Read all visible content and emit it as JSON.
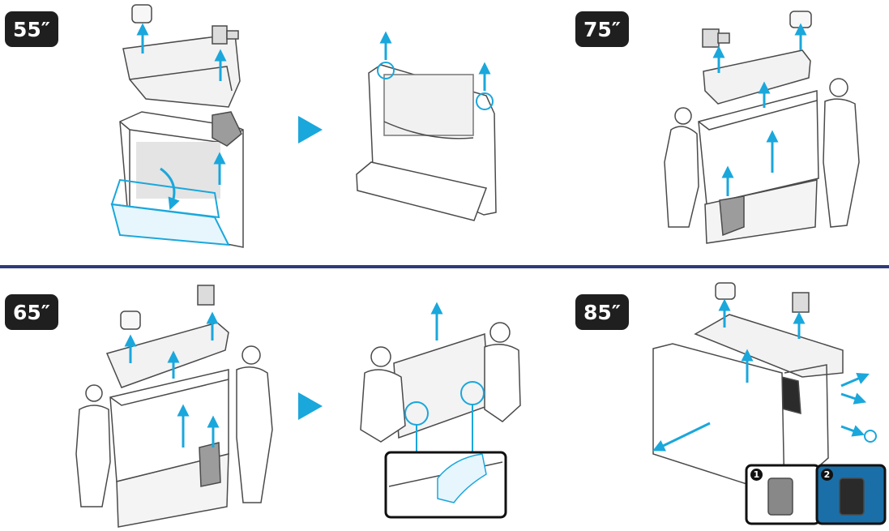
{
  "colors": {
    "accent": "#1aa7dc",
    "divider": "#2e3a7c",
    "badge_bg": "#1f1f1f",
    "line": "#4a4a4a"
  },
  "badges": {
    "b55": "55″",
    "b75": "75″",
    "b65": "65″",
    "b85": "85″"
  },
  "steps": {
    "step1": "1",
    "step2": "2"
  }
}
